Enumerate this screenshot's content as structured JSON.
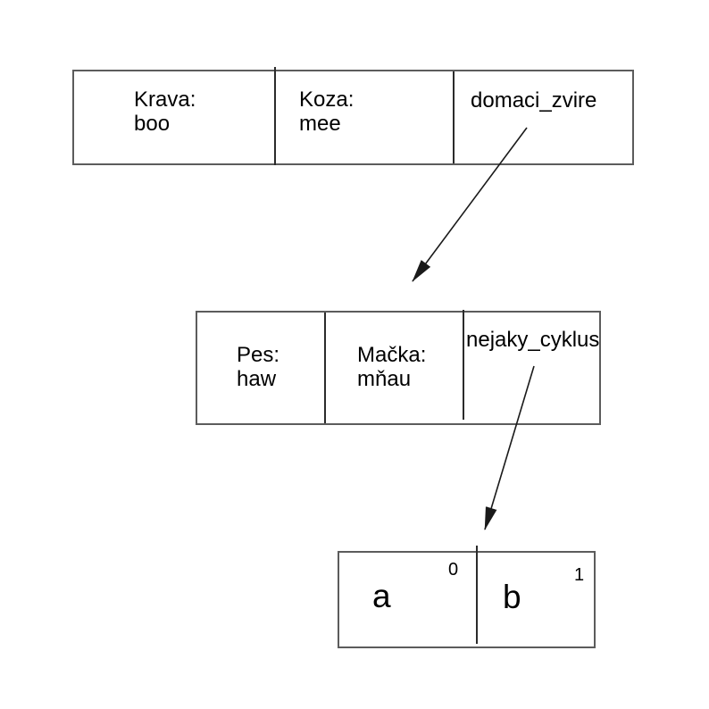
{
  "canvas": {
    "background": "#ffffff"
  },
  "colors": {
    "node_border": "#5c5c5c",
    "cell_divider": "#2b2b2b",
    "edge": "#1a1a1a",
    "text": "#000000"
  },
  "nodes": {
    "top": {
      "cells": {
        "krava": {
          "line1": "Krava:",
          "line2": "boo"
        },
        "koza": {
          "line1": "Koza:",
          "line2": "mee"
        },
        "name": {
          "label": "domaci_zvire"
        }
      }
    },
    "middle": {
      "cells": {
        "pes": {
          "line1": "Pes:",
          "line2": "haw"
        },
        "macka": {
          "line1": "Mačka:",
          "line2": "mňau"
        },
        "name": {
          "label": "nejaky_cyklus"
        }
      }
    },
    "bottom": {
      "cells": {
        "item0": {
          "value": "a",
          "index": "0"
        },
        "item1": {
          "value": "b",
          "index": "1"
        }
      }
    }
  },
  "edges": {
    "edge1": {
      "from": "domaci_zvire",
      "to": "nejaky_cyklus-node"
    },
    "edge2": {
      "from": "nejaky_cyklus",
      "to": "list-node"
    }
  }
}
